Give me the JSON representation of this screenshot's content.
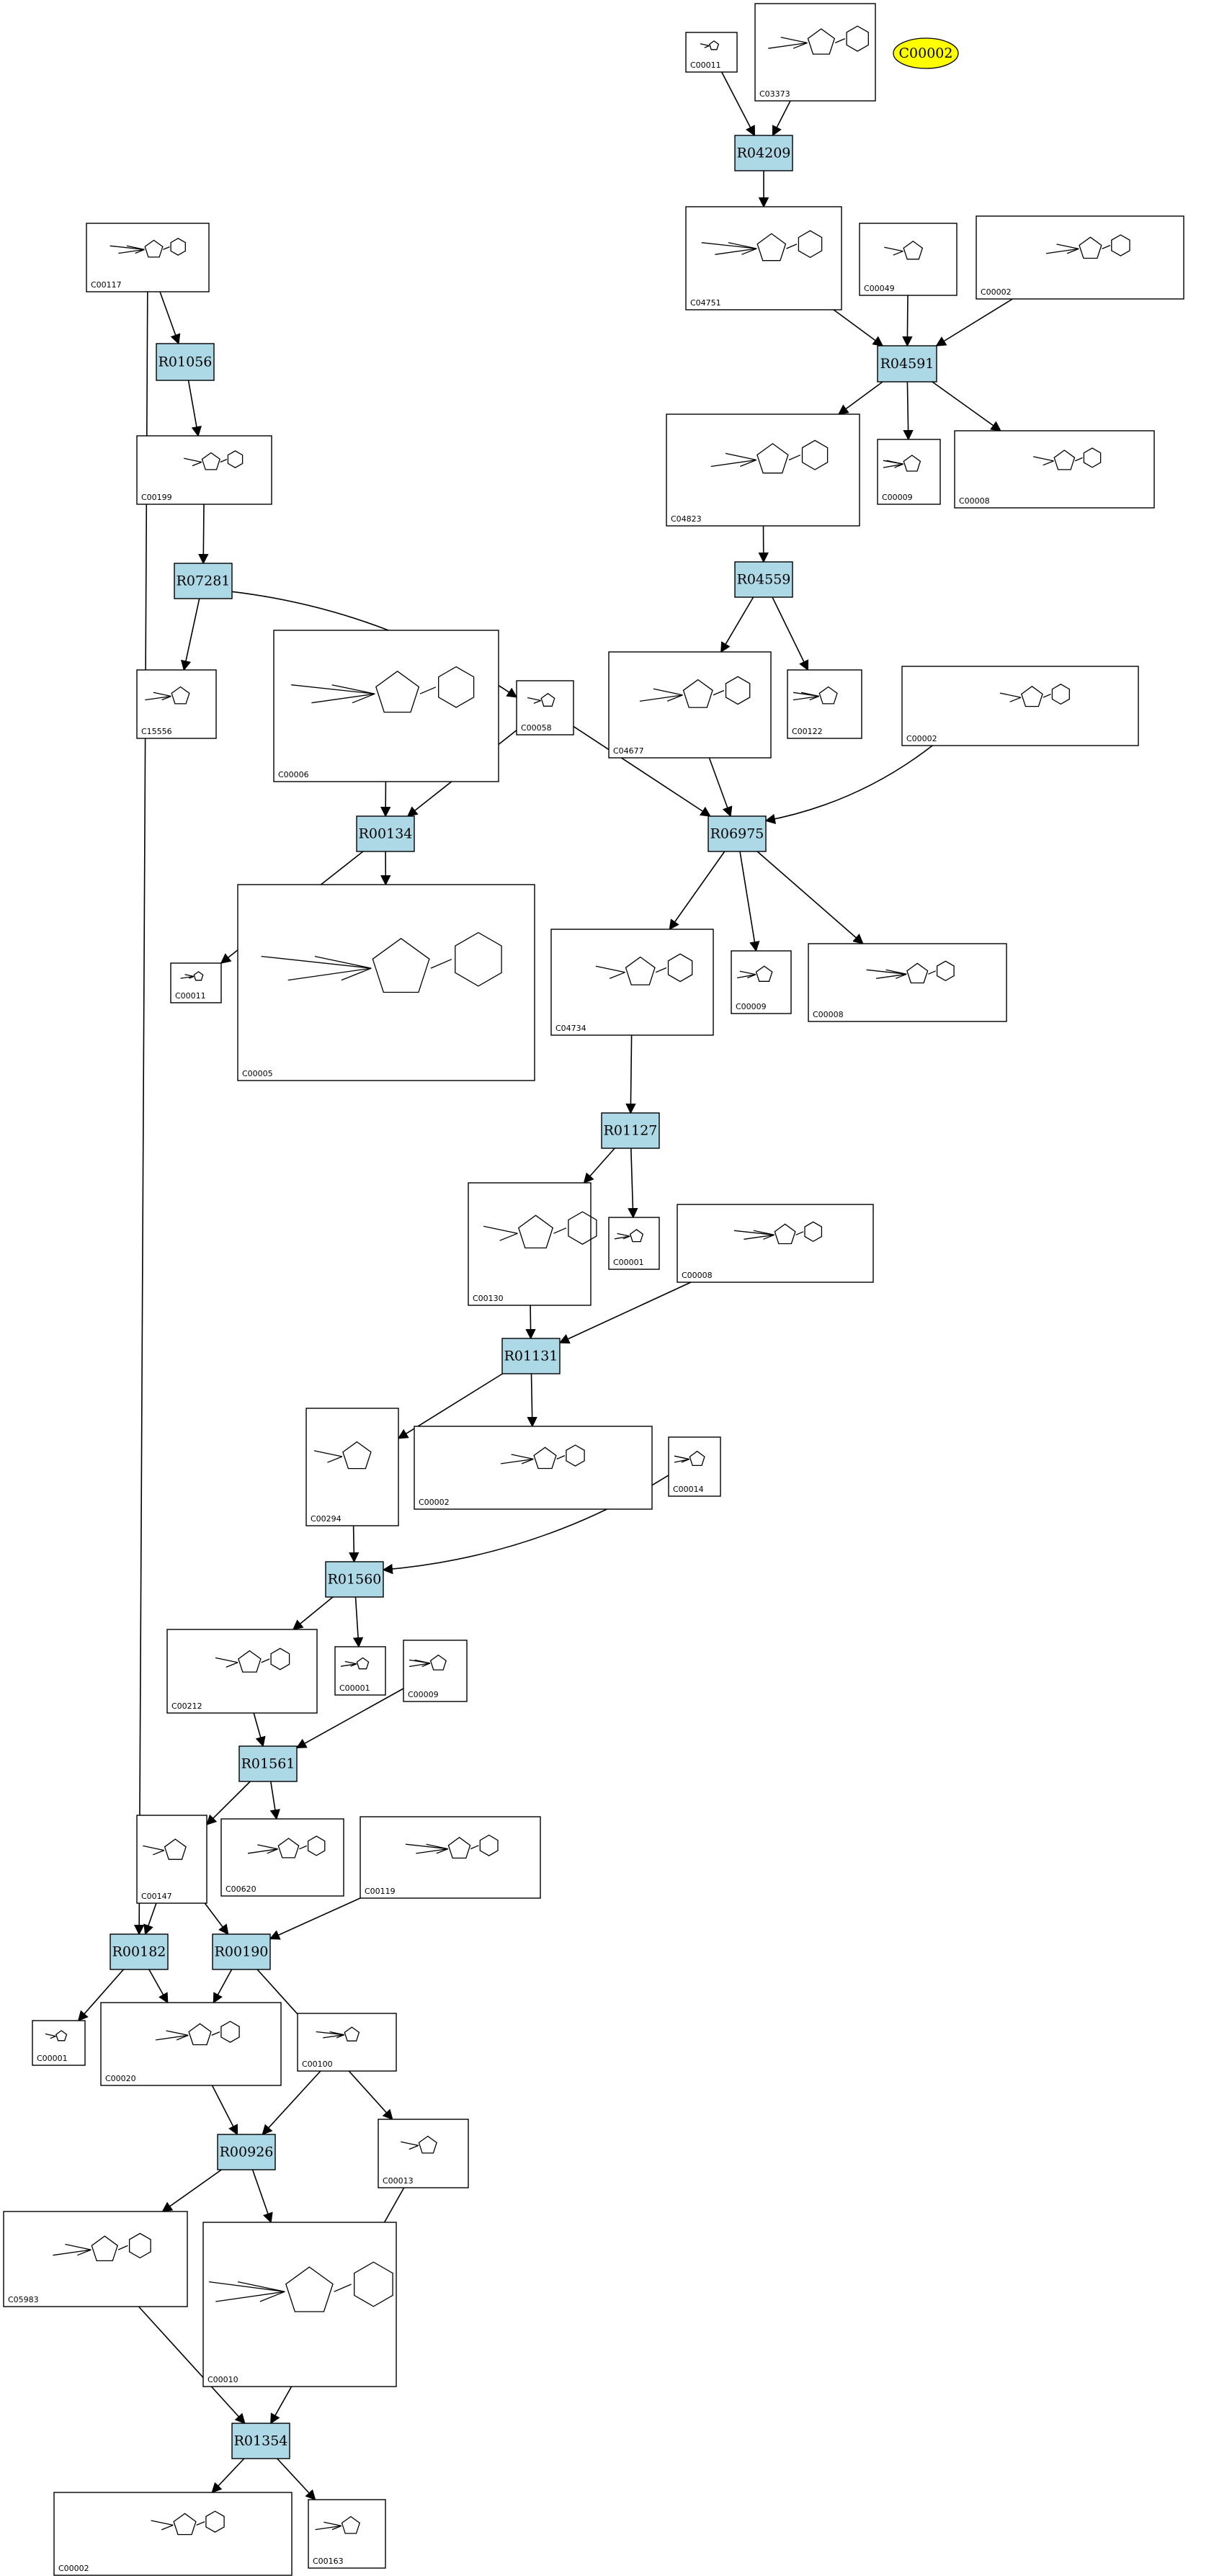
{
  "highlight_node": "C00002",
  "colors": {
    "reaction_fill": "#add8e6",
    "highlight_fill": "#ffff00",
    "edge": "#000000"
  },
  "compounds": [
    {
      "id": "n-C00011-a",
      "label": "C00011"
    },
    {
      "id": "n-C03373",
      "label": "C03373"
    },
    {
      "id": "n-C04751",
      "label": "C04751"
    },
    {
      "id": "n-C00049",
      "label": "C00049"
    },
    {
      "id": "n-C00002-a",
      "label": "C00002"
    },
    {
      "id": "n-C00117",
      "label": "C00117"
    },
    {
      "id": "n-C00199",
      "label": "C00199"
    },
    {
      "id": "n-C04823",
      "label": "C04823"
    },
    {
      "id": "n-C00009-a",
      "label": "C00009"
    },
    {
      "id": "n-C00008-a",
      "label": "C00008"
    },
    {
      "id": "n-C15556",
      "label": "C15556"
    },
    {
      "id": "n-C00006",
      "label": "C00006"
    },
    {
      "id": "n-C00058",
      "label": "C00058"
    },
    {
      "id": "n-C04677",
      "label": "C04677"
    },
    {
      "id": "n-C00122",
      "label": "C00122"
    },
    {
      "id": "n-C00002-b",
      "label": "C00002"
    },
    {
      "id": "n-C00011-b",
      "label": "C00011"
    },
    {
      "id": "n-C00005",
      "label": "C00005"
    },
    {
      "id": "n-C04734",
      "label": "C04734"
    },
    {
      "id": "n-C00009-b",
      "label": "C00009"
    },
    {
      "id": "n-C00008-b",
      "label": "C00008"
    },
    {
      "id": "n-C00130",
      "label": "C00130"
    },
    {
      "id": "n-C00001-a",
      "label": "C00001"
    },
    {
      "id": "n-C00008-c",
      "label": "C00008"
    },
    {
      "id": "n-C00294",
      "label": "C00294"
    },
    {
      "id": "n-C00002-c",
      "label": "C00002"
    },
    {
      "id": "n-C00014",
      "label": "C00014"
    },
    {
      "id": "n-C00212",
      "label": "C00212"
    },
    {
      "id": "n-C00001-b",
      "label": "C00001"
    },
    {
      "id": "n-C00009-c",
      "label": "C00009"
    },
    {
      "id": "n-C00147",
      "label": "C00147"
    },
    {
      "id": "n-C00620",
      "label": "C00620"
    },
    {
      "id": "n-C00119",
      "label": "C00119"
    },
    {
      "id": "n-C00001-c",
      "label": "C00001"
    },
    {
      "id": "n-C00020",
      "label": "C00020"
    },
    {
      "id": "n-C00100",
      "label": "C00100"
    },
    {
      "id": "n-C00013",
      "label": "C00013"
    },
    {
      "id": "n-C05983",
      "label": "C05983"
    },
    {
      "id": "n-C00010",
      "label": "C00010"
    },
    {
      "id": "n-C00002-d",
      "label": "C00002"
    },
    {
      "id": "n-C00163",
      "label": "C00163"
    }
  ],
  "reactions": [
    {
      "id": "r-R04209",
      "label": "R04209"
    },
    {
      "id": "r-R04591",
      "label": "R04591"
    },
    {
      "id": "r-R01056",
      "label": "R01056"
    },
    {
      "id": "r-R07281",
      "label": "R07281"
    },
    {
      "id": "r-R04559",
      "label": "R04559"
    },
    {
      "id": "r-R00134",
      "label": "R00134"
    },
    {
      "id": "r-R06975",
      "label": "R06975"
    },
    {
      "id": "r-R01127",
      "label": "R01127"
    },
    {
      "id": "r-R01131",
      "label": "R01131"
    },
    {
      "id": "r-R01560",
      "label": "R01560"
    },
    {
      "id": "r-R01561",
      "label": "R01561"
    },
    {
      "id": "r-R00182",
      "label": "R00182"
    },
    {
      "id": "r-R00190",
      "label": "R00190"
    },
    {
      "id": "r-R00926",
      "label": "R00926"
    },
    {
      "id": "r-R01354",
      "label": "R01354"
    }
  ],
  "edges": [
    [
      "n-C00011-a",
      "r-R04209"
    ],
    [
      "n-C03373",
      "r-R04209"
    ],
    [
      "r-R04209",
      "n-C04751"
    ],
    [
      "n-C04751",
      "r-R04591"
    ],
    [
      "n-C00049",
      "r-R04591"
    ],
    [
      "n-C00002-a",
      "r-R04591"
    ],
    [
      "r-R04591",
      "n-C04823"
    ],
    [
      "r-R04591",
      "n-C00009-a"
    ],
    [
      "r-R04591",
      "n-C00008-a"
    ],
    [
      "n-C00117",
      "r-R01056"
    ],
    [
      "r-R01056",
      "n-C00199"
    ],
    [
      "n-C00199",
      "r-R07281"
    ],
    [
      "r-R07281",
      "n-C15556"
    ],
    [
      "r-R07281",
      "n-C00058"
    ],
    [
      "n-C04823",
      "r-R04559"
    ],
    [
      "r-R04559",
      "n-C04677"
    ],
    [
      "r-R04559",
      "n-C00122"
    ],
    [
      "n-C00006",
      "r-R00134"
    ],
    [
      "n-C00058",
      "r-R00134"
    ],
    [
      "r-R00134",
      "n-C00011-b"
    ],
    [
      "r-R00134",
      "n-C00005"
    ],
    [
      "n-C04677",
      "r-R06975"
    ],
    [
      "n-C00058",
      "r-R06975"
    ],
    [
      "n-C00002-b",
      "r-R06975"
    ],
    [
      "r-R06975",
      "n-C04734"
    ],
    [
      "r-R06975",
      "n-C00009-b"
    ],
    [
      "r-R06975",
      "n-C00008-b"
    ],
    [
      "n-C04734",
      "r-R01127"
    ],
    [
      "r-R01127",
      "n-C00130"
    ],
    [
      "r-R01127",
      "n-C00001-a"
    ],
    [
      "n-C00130",
      "r-R01131"
    ],
    [
      "n-C00008-c",
      "r-R01131"
    ],
    [
      "r-R01131",
      "n-C00294"
    ],
    [
      "r-R01131",
      "n-C00002-c"
    ],
    [
      "n-C00294",
      "r-R01560"
    ],
    [
      "n-C00014",
      "r-R01560"
    ],
    [
      "r-R01560",
      "n-C00212"
    ],
    [
      "r-R01560",
      "n-C00001-b"
    ],
    [
      "n-C00212",
      "r-R01561"
    ],
    [
      "n-C00009-c",
      "r-R01561"
    ],
    [
      "r-R01561",
      "n-C00147"
    ],
    [
      "r-R01561",
      "n-C00620"
    ],
    [
      "n-C00117",
      "r-R00182"
    ],
    [
      "n-C00147",
      "r-R00182"
    ],
    [
      "r-R00182",
      "n-C00001-c"
    ],
    [
      "r-R00182",
      "n-C00020"
    ],
    [
      "n-C00147",
      "r-R00190"
    ],
    [
      "n-C00119",
      "r-R00190"
    ],
    [
      "r-R00190",
      "n-C00020"
    ],
    [
      "r-R00190",
      "n-C00013"
    ],
    [
      "n-C00020",
      "r-R00926"
    ],
    [
      "n-C00100",
      "r-R00926"
    ],
    [
      "r-R00926",
      "n-C05983"
    ],
    [
      "r-R00926",
      "n-C00010"
    ],
    [
      "n-C05983",
      "r-R01354"
    ],
    [
      "n-C00013",
      "r-R01354"
    ],
    [
      "r-R01354",
      "n-C00002-d"
    ],
    [
      "r-R01354",
      "n-C00163"
    ]
  ]
}
